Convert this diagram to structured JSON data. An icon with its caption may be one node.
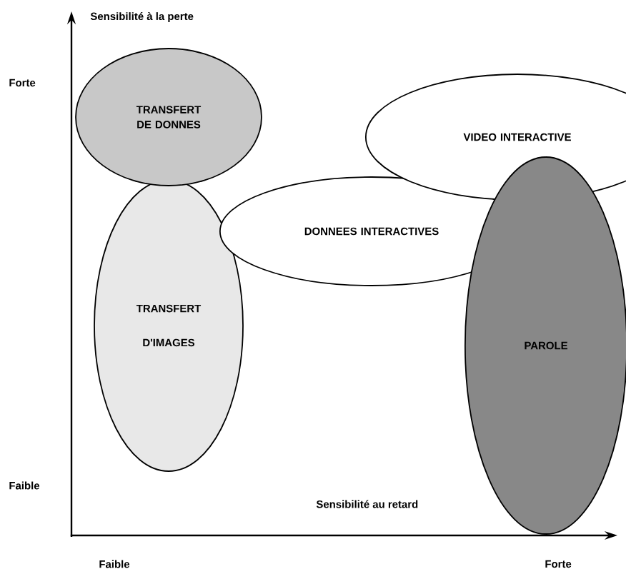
{
  "diagram": {
    "nodes": [
      {
        "text": [
          "TRANSFERT DE DONNES"
        ]
      },
      {
        "text": [
          "TRANSFERT D'IMAGES"
        ]
      },
      {
        "text": [
          "DONNEES INTERACTIVES"
        ]
      },
      {
        "text": [
          "VIDEO INTERACTIVE"
        ]
      },
      {
        "text": [
          "PAROLE"
        ]
      }
    ],
    "labels": [
      "Sensibilité à la perte",
      "Forte",
      "Faible",
      "Sensibilité au retard",
      "Faible",
      "Forte"
    ]
  }
}
